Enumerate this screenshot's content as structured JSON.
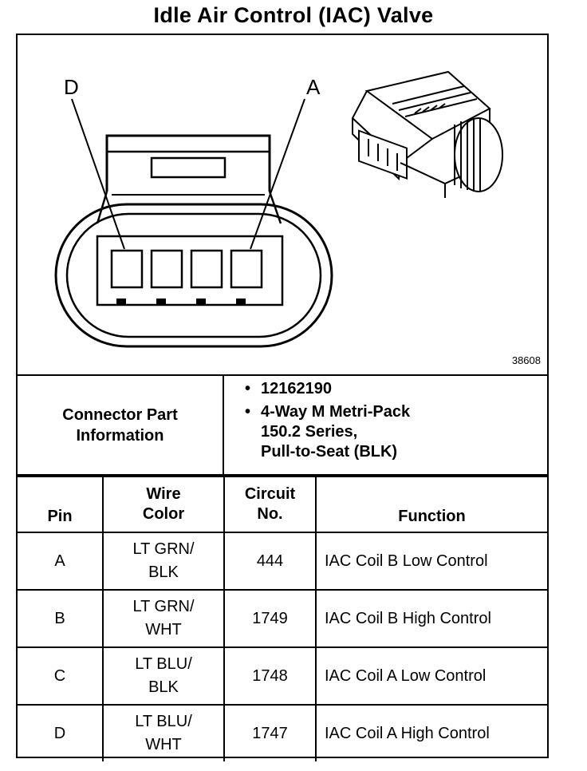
{
  "title": "Idle Air Control (IAC) Valve",
  "diagram": {
    "label_left": "D",
    "label_right": "A",
    "figure_id": "38608"
  },
  "connector_info": {
    "label_line1": "Connector Part",
    "label_line2": "Information",
    "items": [
      {
        "line1": "12162190",
        "line2": "",
        "line3": ""
      },
      {
        "line1": "4-Way M Metri-Pack",
        "line2": "150.2 Series,",
        "line3": "Pull-to-Seat (BLK)"
      }
    ]
  },
  "table": {
    "headers": {
      "pin": "Pin",
      "wire_line1": "Wire",
      "wire_line2": "Color",
      "circuit_line1": "Circuit",
      "circuit_line2": "No.",
      "function": "Function"
    },
    "rows": [
      {
        "pin": "A",
        "wire_line1": "LT GRN/",
        "wire_line2": "BLK",
        "circuit": "444",
        "function": "IAC Coil B Low Control"
      },
      {
        "pin": "B",
        "wire_line1": "LT GRN/",
        "wire_line2": "WHT",
        "circuit": "1749",
        "function": "IAC Coil B High Control"
      },
      {
        "pin": "C",
        "wire_line1": "LT BLU/",
        "wire_line2": "BLK",
        "circuit": "1748",
        "function": "IAC Coil A Low Control"
      },
      {
        "pin": "D",
        "wire_line1": "LT BLU/",
        "wire_line2": "WHT",
        "circuit": "1747",
        "function": "IAC Coil A High Control"
      }
    ]
  }
}
